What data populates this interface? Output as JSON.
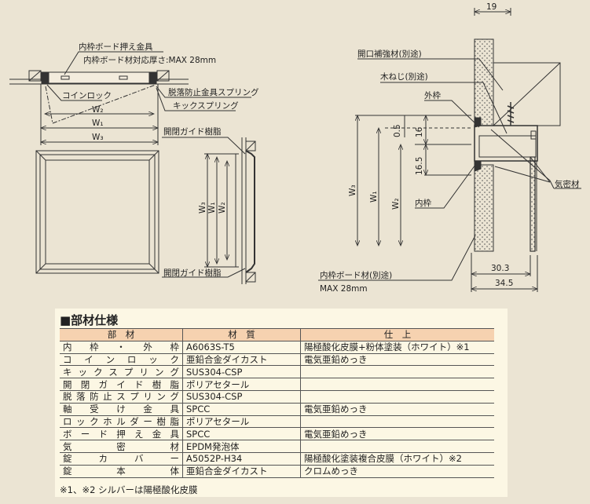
{
  "drawing": {
    "plan": {
      "label_board_holder": "内枠ボード押え金具",
      "label_board_thickness": "内枠ボード材対応厚さ:MAX 28mm",
      "label_coin_lock": "コインロック",
      "label_drop_spring": "脱落防止金具スプリング",
      "label_kick_spring": "キックスプリング",
      "dim_w2": "W₂",
      "dim_w1": "W₁",
      "dim_w3": "W₃"
    },
    "elevation": {
      "label_guide_top": "開閉ガイド樹脂",
      "label_guide_bottom": "開閉ガイド樹脂",
      "dim_w3": "W₃",
      "dim_w1": "W₁",
      "dim_w2": "W₂"
    },
    "section": {
      "dim_19": "19",
      "label_reinforcement": "開口補強材(別途)",
      "label_wood_screw": "木ねじ(別途)",
      "label_outer_frame": "外枠",
      "dim_0_5": "0.5",
      "dim_16": "16",
      "dim_16_5": "16.5",
      "label_airtight": "気密材",
      "label_inner_frame": "内枠",
      "dim_w3": "W₃",
      "dim_w1": "W₁",
      "dim_w2": "W₂",
      "label_inner_board": "内枠ボード材(別途)",
      "label_max": "MAX 28mm",
      "dim_30_3": "30.3",
      "dim_34_5": "34.5"
    }
  },
  "spec": {
    "title": "■部材仕様",
    "headers": [
      "部　材",
      "材　質",
      "仕　上"
    ],
    "rows": [
      [
        "内枠・外枠",
        "A6063S-T5",
        "陽極酸化皮膜+粉体塗装（ホワイト）※1"
      ],
      [
        "コインロック",
        "亜鉛合金ダイカスト",
        "電気亜鉛めっき"
      ],
      [
        "キックスプリング",
        "SUS304-CSP",
        ""
      ],
      [
        "開閉ガイド樹脂",
        "ポリアセタール",
        ""
      ],
      [
        "脱落防止スプリング",
        "SUS304-CSP",
        ""
      ],
      [
        "軸受け金具",
        "SPCC",
        "電気亜鉛めっき"
      ],
      [
        "ロックホルダー樹脂",
        "ポリアセタール",
        ""
      ],
      [
        "ボード押え金具",
        "SPCC",
        "電気亜鉛めっき"
      ],
      [
        "気密材",
        "EPDM発泡体",
        ""
      ],
      [
        "錠カバー",
        "A5052P-H34",
        "陽極酸化塗装複合皮膜（ホワイト）※2"
      ],
      [
        "錠本体",
        "亜鉛合金ダイカスト",
        "クロムめっき"
      ]
    ],
    "footnote": "※1、※2 シルバーは陽極酸化皮膜"
  }
}
